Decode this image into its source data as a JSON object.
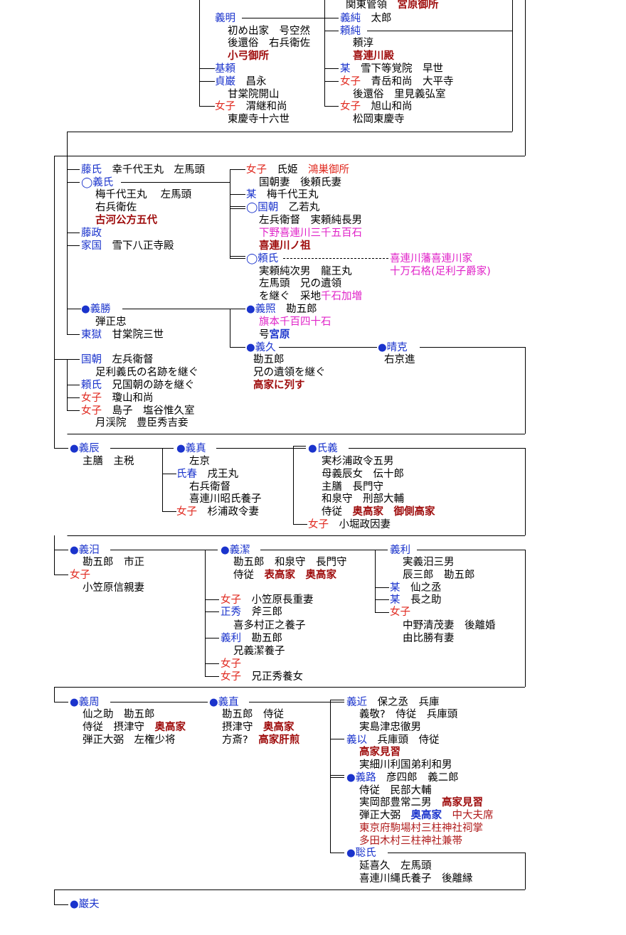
{
  "lines": [
    {
      "segs": [
        {
          "t": "関東管領　",
          "c": "b"
        },
        {
          "t": "宮原御所",
          "c": "dred"
        }
      ]
    },
    {
      "segs": [
        {
          "t": "義明",
          "c": "blue"
        }
      ]
    },
    {
      "segs": [
        {
          "t": "義純",
          "c": "blue"
        },
        {
          "t": "　太郎",
          "c": "b"
        }
      ]
    },
    {
      "segs": [
        {
          "t": "初め出家　号空然",
          "c": "b"
        }
      ]
    },
    {
      "segs": [
        {
          "t": "頼純",
          "c": "blue"
        }
      ]
    },
    {
      "segs": [
        {
          "t": "後還俗　右兵衛佐",
          "c": "b"
        }
      ]
    },
    {
      "segs": [
        {
          "t": "頼淳",
          "c": "b"
        }
      ]
    },
    {
      "segs": [
        {
          "t": "小弓御所",
          "c": "dred"
        }
      ]
    },
    {
      "segs": [
        {
          "t": "喜連川殿",
          "c": "dred"
        }
      ]
    },
    {
      "segs": [
        {
          "t": "基頼",
          "c": "blue"
        }
      ]
    },
    {
      "segs": [
        {
          "t": "某",
          "c": "blue"
        },
        {
          "t": "　雪下等覚院　早世",
          "c": "b"
        }
      ]
    },
    {
      "segs": [
        {
          "t": "貞巌",
          "c": "blue"
        },
        {
          "t": "　昌永",
          "c": "b"
        }
      ]
    },
    {
      "segs": [
        {
          "t": "女子",
          "c": "red"
        },
        {
          "t": "　青岳和尚　大平寺",
          "c": "b"
        }
      ]
    },
    {
      "segs": [
        {
          "t": "甘棠院開山",
          "c": "b"
        }
      ]
    },
    {
      "segs": [
        {
          "t": "後還俗　里見義弘室",
          "c": "b"
        }
      ]
    },
    {
      "segs": [
        {
          "t": "女子",
          "c": "red"
        },
        {
          "t": "　渭継和尚",
          "c": "b"
        }
      ]
    },
    {
      "segs": [
        {
          "t": "女子",
          "c": "red"
        },
        {
          "t": "　旭山和尚",
          "c": "b"
        }
      ]
    },
    {
      "segs": [
        {
          "t": "東慶寺十六世",
          "c": "b"
        }
      ]
    },
    {
      "segs": [
        {
          "t": "松岡東慶寺",
          "c": "b"
        }
      ]
    },
    {
      "segs": [
        {
          "t": "藤氏",
          "c": "blue"
        },
        {
          "t": "　幸千代王丸　左馬頭",
          "c": "b"
        }
      ]
    },
    {
      "segs": [
        {
          "t": "女子",
          "c": "red"
        },
        {
          "t": "　氏姫　",
          "c": "b"
        },
        {
          "t": "鴻巣御所",
          "c": "red"
        }
      ]
    },
    {
      "segs": [
        {
          "t": "◯義氏",
          "c": "blue"
        }
      ]
    },
    {
      "segs": [
        {
          "t": "国朝妻　後頼氏妻",
          "c": "b"
        }
      ]
    },
    {
      "segs": [
        {
          "t": "梅千代王丸　 左馬頭",
          "c": "b"
        }
      ]
    },
    {
      "segs": [
        {
          "t": "某",
          "c": "blue"
        },
        {
          "t": "　梅千代王丸",
          "c": "b"
        }
      ]
    },
    {
      "segs": [
        {
          "t": "右兵衛佐",
          "c": "b"
        }
      ]
    },
    {
      "segs": [
        {
          "t": "◯国朝",
          "c": "blue"
        },
        {
          "t": "　乙若丸",
          "c": "b"
        }
      ]
    },
    {
      "segs": [
        {
          "t": "古河公方五代",
          "c": "dred"
        }
      ]
    },
    {
      "segs": [
        {
          "t": "左兵衛督　実頼純長男",
          "c": "b"
        }
      ]
    },
    {
      "segs": [
        {
          "t": "藤政",
          "c": "blue"
        }
      ]
    },
    {
      "segs": [
        {
          "t": "下野喜連川三千五百石",
          "c": "mag"
        }
      ]
    },
    {
      "segs": [
        {
          "t": "家国",
          "c": "blue"
        },
        {
          "t": "　雪下八正寺殿",
          "c": "b"
        }
      ]
    },
    {
      "segs": [
        {
          "t": "喜連川ノ祖",
          "c": "dred"
        }
      ]
    },
    {
      "segs": [
        {
          "t": "◯頼氏",
          "c": "blue"
        }
      ]
    },
    {
      "segs": [
        {
          "t": "喜連川藩喜連川家",
          "c": "mag"
        }
      ]
    },
    {
      "segs": [
        {
          "t": "実頼純次男　龍王丸",
          "c": "b"
        }
      ]
    },
    {
      "segs": [
        {
          "t": "十万石格(足利子爵家)",
          "c": "mag"
        }
      ]
    },
    {
      "segs": [
        {
          "t": "左馬頭　兄の遺領",
          "c": "b"
        }
      ]
    },
    {
      "segs": [
        {
          "t": "を継ぐ　采地",
          "c": "b"
        },
        {
          "t": "千石加増",
          "c": "mag"
        }
      ]
    },
    {
      "segs": [
        {
          "t": "●",
          "c": "blue"
        },
        {
          "t": "義勝",
          "c": "blue"
        }
      ]
    },
    {
      "segs": [
        {
          "t": "●",
          "c": "blue"
        },
        {
          "t": "義照",
          "c": "blue"
        },
        {
          "t": "　勘五郎",
          "c": "b"
        }
      ]
    },
    {
      "segs": [
        {
          "t": "弾正忠",
          "c": "b"
        }
      ]
    },
    {
      "segs": [
        {
          "t": "旗本千百四十石",
          "c": "mag"
        }
      ]
    },
    {
      "segs": [
        {
          "t": "東獄",
          "c": "blue"
        },
        {
          "t": "　甘棠院三世",
          "c": "b"
        }
      ]
    },
    {
      "segs": [
        {
          "t": "号",
          "c": "b"
        },
        {
          "t": "宮原",
          "c": "bblue"
        }
      ]
    },
    {
      "segs": [
        {
          "t": "●",
          "c": "blue"
        },
        {
          "t": "義久",
          "c": "blue"
        }
      ]
    },
    {
      "segs": [
        {
          "t": "●",
          "c": "blue"
        },
        {
          "t": "晴克",
          "c": "blue"
        }
      ]
    },
    {
      "segs": [
        {
          "t": "勘五郎",
          "c": "b"
        }
      ]
    },
    {
      "segs": [
        {
          "t": "右京進",
          "c": "b"
        }
      ]
    },
    {
      "segs": [
        {
          "t": "国朝",
          "c": "blue"
        },
        {
          "t": "　左兵衛督",
          "c": "b"
        }
      ]
    },
    {
      "segs": [
        {
          "t": "兄の遺領を継ぐ",
          "c": "b"
        }
      ]
    },
    {
      "segs": [
        {
          "t": "足利義氏の名跡を継ぐ",
          "c": "b"
        }
      ]
    },
    {
      "segs": [
        {
          "t": "高家に列す",
          "c": "dred"
        }
      ]
    },
    {
      "segs": [
        {
          "t": "頼氏",
          "c": "blue"
        },
        {
          "t": "　兄国朝の跡を継ぐ",
          "c": "b"
        }
      ]
    },
    {
      "segs": [
        {
          "t": "女子",
          "c": "red"
        },
        {
          "t": "　瓊山和尚",
          "c": "b"
        }
      ]
    },
    {
      "segs": [
        {
          "t": "女子",
          "c": "red"
        },
        {
          "t": "　島子　塩谷惟久室",
          "c": "b"
        }
      ]
    },
    {
      "segs": [
        {
          "t": "月渓院　豊臣秀吉妾",
          "c": "b"
        }
      ]
    },
    {
      "segs": [
        {
          "t": "●",
          "c": "blue"
        },
        {
          "t": "義辰",
          "c": "blue"
        }
      ]
    },
    {
      "segs": [
        {
          "t": "●",
          "c": "blue"
        },
        {
          "t": "義真",
          "c": "blue"
        }
      ]
    },
    {
      "segs": [
        {
          "t": "●",
          "c": "blue"
        },
        {
          "t": "氏義",
          "c": "blue"
        }
      ]
    },
    {
      "segs": [
        {
          "t": "主膳　主税",
          "c": "b"
        }
      ]
    },
    {
      "segs": [
        {
          "t": "左京",
          "c": "b"
        }
      ]
    },
    {
      "segs": [
        {
          "t": "実杉浦政令五男",
          "c": "b"
        }
      ]
    },
    {
      "segs": [
        {
          "t": "氏春",
          "c": "blue"
        },
        {
          "t": "　戌王丸",
          "c": "b"
        }
      ]
    },
    {
      "segs": [
        {
          "t": "母義辰女　伝十郎",
          "c": "b"
        }
      ]
    },
    {
      "segs": [
        {
          "t": "右兵衛督",
          "c": "b"
        }
      ]
    },
    {
      "segs": [
        {
          "t": "主膳　長門守",
          "c": "b"
        }
      ]
    },
    {
      "segs": [
        {
          "t": "喜連川昭氏養子",
          "c": "b"
        }
      ]
    },
    {
      "segs": [
        {
          "t": "和泉守　刑部大輔",
          "c": "b"
        }
      ]
    },
    {
      "segs": [
        {
          "t": "女子",
          "c": "red"
        },
        {
          "t": "　杉浦政令妻",
          "c": "b"
        }
      ]
    },
    {
      "segs": [
        {
          "t": "侍従　",
          "c": "b"
        },
        {
          "t": "奥高家　御側高家",
          "c": "dred"
        }
      ]
    },
    {
      "segs": [
        {
          "t": "女子",
          "c": "red"
        },
        {
          "t": "　小堀政因妻",
          "c": "b"
        }
      ]
    },
    {
      "segs": [
        {
          "t": "●",
          "c": "blue"
        },
        {
          "t": "義汨",
          "c": "blue"
        }
      ]
    },
    {
      "segs": [
        {
          "t": "●",
          "c": "blue"
        },
        {
          "t": "義潔",
          "c": "blue"
        }
      ]
    },
    {
      "segs": [
        {
          "t": "義利",
          "c": "blue"
        }
      ]
    },
    {
      "segs": [
        {
          "t": "勘五郎　市正",
          "c": "b"
        }
      ]
    },
    {
      "segs": [
        {
          "t": "勘五郎　和泉守　長門守",
          "c": "b"
        }
      ]
    },
    {
      "segs": [
        {
          "t": "実義汨三男",
          "c": "b"
        }
      ]
    },
    {
      "segs": [
        {
          "t": "女子",
          "c": "red"
        }
      ]
    },
    {
      "segs": [
        {
          "t": "侍従　",
          "c": "b"
        },
        {
          "t": "表高家　奥高家",
          "c": "dred"
        }
      ]
    },
    {
      "segs": [
        {
          "t": "辰三郎　勘五郎",
          "c": "b"
        }
      ]
    },
    {
      "segs": [
        {
          "t": "小笠原信親妻",
          "c": "b"
        }
      ]
    },
    {
      "segs": [
        {
          "t": "某",
          "c": "blue"
        },
        {
          "t": "　仙之丞",
          "c": "b"
        }
      ]
    },
    {
      "segs": [
        {
          "t": "女子",
          "c": "red"
        },
        {
          "t": "　小笠原長重妻",
          "c": "b"
        }
      ]
    },
    {
      "segs": [
        {
          "t": "某",
          "c": "blue"
        },
        {
          "t": "　長之助",
          "c": "b"
        }
      ]
    },
    {
      "segs": [
        {
          "t": "正秀",
          "c": "blue"
        },
        {
          "t": "　斧三郎",
          "c": "b"
        }
      ]
    },
    {
      "segs": [
        {
          "t": "女子",
          "c": "red"
        }
      ]
    },
    {
      "segs": [
        {
          "t": "喜多村正之養子",
          "c": "b"
        }
      ]
    },
    {
      "segs": [
        {
          "t": "中野清茂妻　後離婚",
          "c": "b"
        }
      ]
    },
    {
      "segs": [
        {
          "t": "義利",
          "c": "blue"
        },
        {
          "t": "　勘五郎",
          "c": "b"
        }
      ]
    },
    {
      "segs": [
        {
          "t": "由比勝有妻",
          "c": "b"
        }
      ]
    },
    {
      "segs": [
        {
          "t": "兄義潔養子",
          "c": "b"
        }
      ]
    },
    {
      "segs": [
        {
          "t": "女子",
          "c": "red"
        }
      ]
    },
    {
      "segs": [
        {
          "t": "女子",
          "c": "red"
        },
        {
          "t": "　兄正秀養女",
          "c": "b"
        }
      ]
    },
    {
      "segs": [
        {
          "t": "●",
          "c": "blue"
        },
        {
          "t": "義周",
          "c": "blue"
        }
      ]
    },
    {
      "segs": [
        {
          "t": "●",
          "c": "blue"
        },
        {
          "t": "義直",
          "c": "blue"
        }
      ]
    },
    {
      "segs": [
        {
          "t": "義近",
          "c": "blue"
        },
        {
          "t": "　保之丞　兵庫",
          "c": "b"
        }
      ]
    },
    {
      "segs": [
        {
          "t": "仙之助　勘五郎",
          "c": "b"
        }
      ]
    },
    {
      "segs": [
        {
          "t": "勘五郎　侍従",
          "c": "b"
        }
      ]
    },
    {
      "segs": [
        {
          "t": "義敬?　侍従　兵庫頭",
          "c": "b"
        }
      ]
    },
    {
      "segs": [
        {
          "t": "侍従　摂津守　",
          "c": "b"
        },
        {
          "t": "奥高家",
          "c": "dred"
        }
      ]
    },
    {
      "segs": [
        {
          "t": "摂津守　",
          "c": "b"
        },
        {
          "t": "奥高家",
          "c": "dred"
        }
      ]
    },
    {
      "segs": [
        {
          "t": "実島津忠徹男",
          "c": "b"
        }
      ]
    },
    {
      "segs": [
        {
          "t": "弾正大弼　左権少将",
          "c": "b"
        }
      ]
    },
    {
      "segs": [
        {
          "t": "方斎?　",
          "c": "b"
        },
        {
          "t": "高家肝煎",
          "c": "dred"
        }
      ]
    },
    {
      "segs": [
        {
          "t": "義以",
          "c": "blue"
        },
        {
          "t": "　兵庫頭　侍従",
          "c": "b"
        }
      ]
    },
    {
      "segs": [
        {
          "t": "高家見習",
          "c": "dred"
        }
      ]
    },
    {
      "segs": [
        {
          "t": "実細川利国弟利和男",
          "c": "b"
        }
      ]
    },
    {
      "segs": [
        {
          "t": "●",
          "c": "blue"
        },
        {
          "t": "義路",
          "c": "blue"
        },
        {
          "t": "　彦四郎　義二郎",
          "c": "b"
        }
      ]
    },
    {
      "segs": [
        {
          "t": "侍従　民部大輔",
          "c": "b"
        }
      ]
    },
    {
      "segs": [
        {
          "t": "実岡部豊常二男　",
          "c": "b"
        },
        {
          "t": "高家見習",
          "c": "dred"
        }
      ]
    },
    {
      "segs": [
        {
          "t": "弾正大弼　",
          "c": "b"
        },
        {
          "t": "奥高家",
          "c": "bblue"
        },
        {
          "t": "　中大夫席",
          "c": "brick"
        }
      ]
    },
    {
      "segs": [
        {
          "t": "東京府駒場村三柱神社祠掌",
          "c": "brick"
        }
      ]
    },
    {
      "segs": [
        {
          "t": "多田木村三柱神社兼帯",
          "c": "brick"
        }
      ]
    },
    {
      "segs": [
        {
          "t": "●",
          "c": "blue"
        },
        {
          "t": "聡氏",
          "c": "blue"
        }
      ]
    },
    {
      "segs": [
        {
          "t": "延喜久　左馬頭",
          "c": "b"
        }
      ]
    },
    {
      "segs": [
        {
          "t": "喜連川縄氏養子　後離縁",
          "c": "b"
        }
      ]
    },
    {
      "segs": [
        {
          "t": "●",
          "c": "blue"
        },
        {
          "t": "巌夫",
          "c": "blue"
        }
      ]
    }
  ]
}
